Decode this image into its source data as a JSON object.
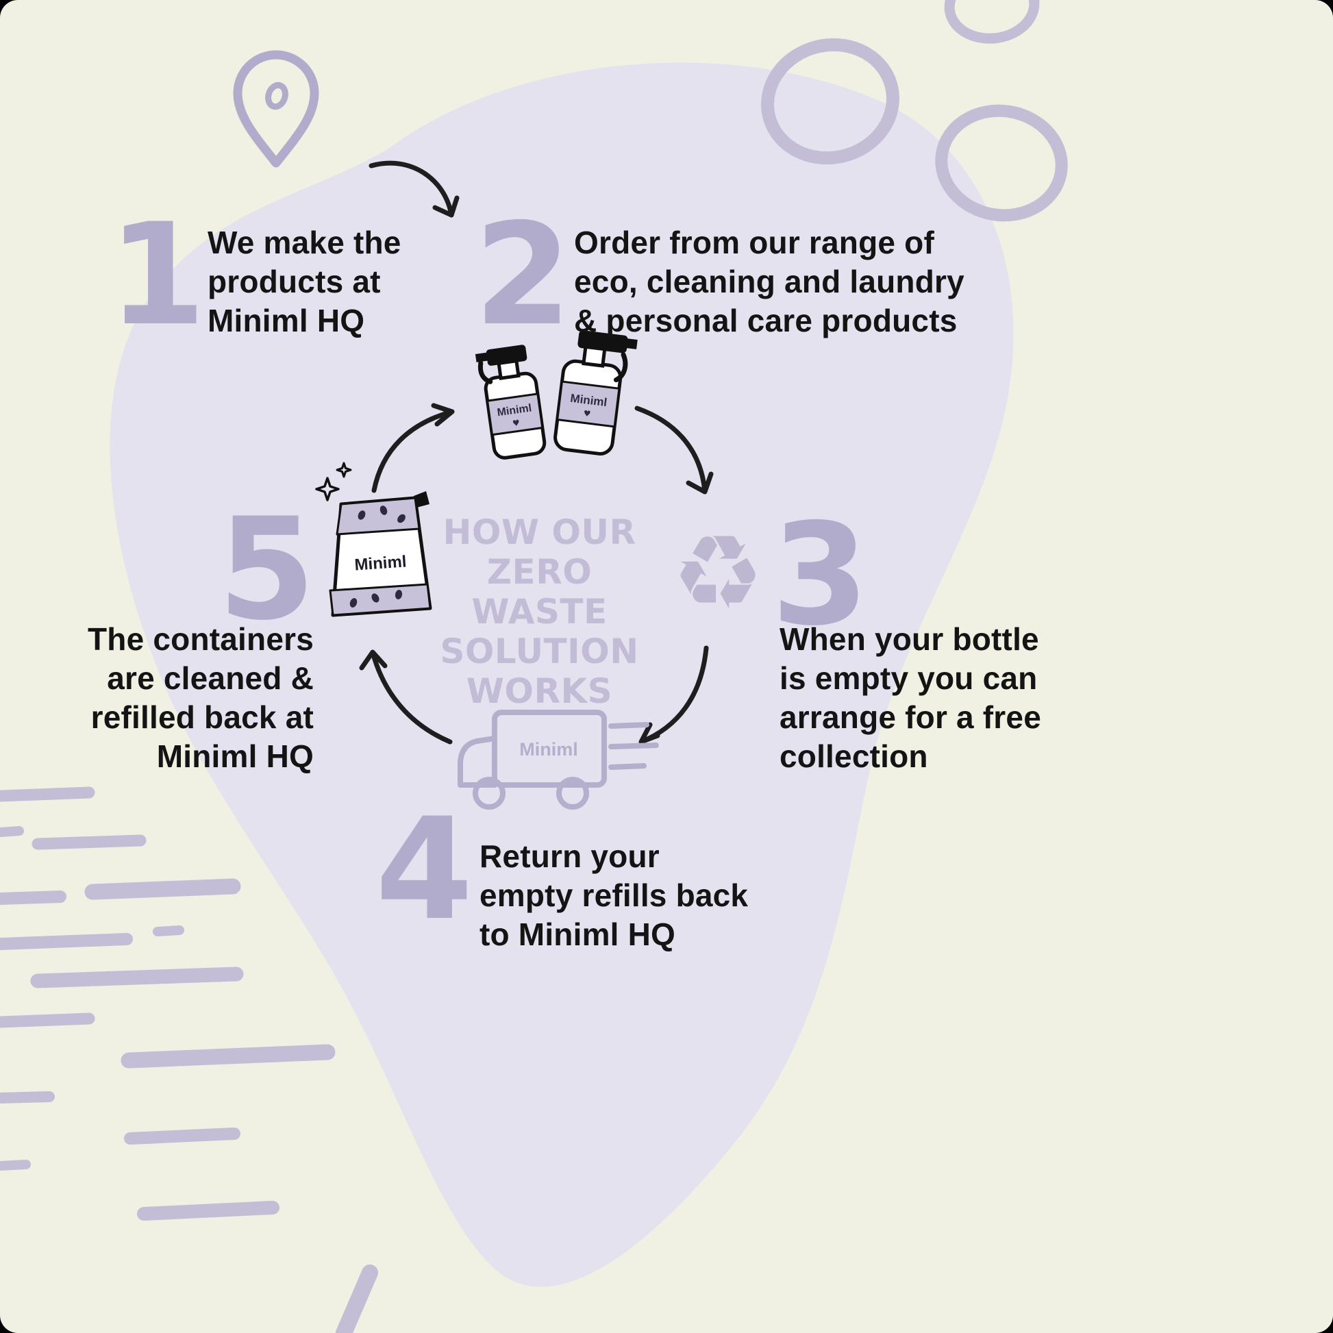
{
  "title": "HOW OUR\nZERO WASTE\nSOLUTION\nWORKS",
  "steps": [
    {
      "number": "1",
      "text": "We make the\nproducts at\nMiniml HQ"
    },
    {
      "number": "2",
      "text": "Order from our range of\neco, cleaning and laundry\n& personal care products"
    },
    {
      "number": "3",
      "text": "When your bottle\nis empty you can\narrange for a free\ncollection"
    },
    {
      "number": "4",
      "text": "Return your\nempty refills back\nto Miniml HQ"
    },
    {
      "number": "5",
      "text": "The containers\nare cleaned &\nrefilled back at\nMiniml HQ"
    }
  ],
  "labels": {
    "bottle_small": "Miniml",
    "bottle_large": "Miniml",
    "pouch": "Miniml",
    "truck": "Miniml"
  },
  "icons": {
    "recycle_glyph": "♻",
    "heart_glyph": "♥"
  },
  "colors": {
    "background": "#f0f0e3",
    "blob": "#e5e2ef",
    "accent_numbers": "#b2accc",
    "title_text": "#c2bcd7",
    "line_art": "#b5afce",
    "scribbles": "#c3bdd6",
    "body_text": "#141414",
    "arrows": "#1e1e1e"
  }
}
